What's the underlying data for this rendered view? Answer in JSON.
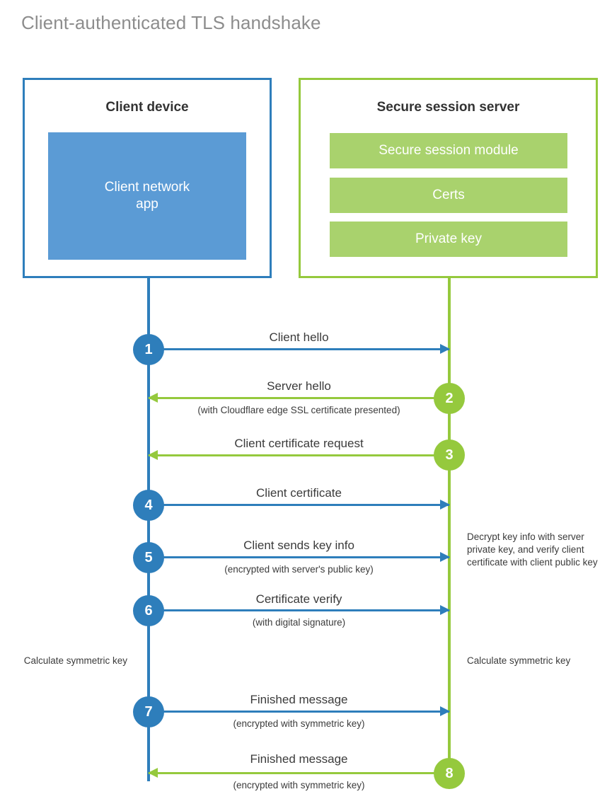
{
  "title": "Client-authenticated TLS handshake",
  "colors": {
    "client_blue": "#2e7ebb",
    "client_app_fill": "#5b9bd5",
    "server_green": "#95c93d",
    "server_bar_fill": "#a9d26d",
    "title_gray": "#8d8d8d",
    "text_dark": "#3b3b3b",
    "background": "#ffffff"
  },
  "client": {
    "title": "Client device",
    "app_label": "Client network app",
    "app_label_line1": "Client network",
    "app_label_line2": "app"
  },
  "server": {
    "title": "Secure session server",
    "components": [
      {
        "label": "Secure session module"
      },
      {
        "label": "Certs"
      },
      {
        "label": "Private key"
      }
    ]
  },
  "steps": [
    {
      "number": "1",
      "label": "Client hello",
      "sub": "",
      "direction": "client-to-server",
      "marker_side": "client",
      "marker_color": "#2e7ebb",
      "arrow_color": "#2e7ebb"
    },
    {
      "number": "2",
      "label": "Server hello",
      "sub": "(with Cloudflare edge SSL certificate presented)",
      "direction": "server-to-client",
      "marker_side": "server",
      "marker_color": "#95c93d",
      "arrow_color": "#95c93d"
    },
    {
      "number": "3",
      "label": "Client certificate request",
      "sub": "",
      "direction": "server-to-client",
      "marker_side": "server",
      "marker_color": "#95c93d",
      "arrow_color": "#95c93d"
    },
    {
      "number": "4",
      "label": "Client certificate",
      "sub": "",
      "direction": "client-to-server",
      "marker_side": "client",
      "marker_color": "#2e7ebb",
      "arrow_color": "#2e7ebb"
    },
    {
      "number": "5",
      "label": "Client sends key info",
      "sub": "(encrypted with server's public key)",
      "direction": "client-to-server",
      "marker_side": "client",
      "marker_color": "#2e7ebb",
      "arrow_color": "#2e7ebb"
    },
    {
      "number": "6",
      "label": "Certificate verify",
      "sub": "(with digital signature)",
      "direction": "client-to-server",
      "marker_side": "client",
      "marker_color": "#2e7ebb",
      "arrow_color": "#2e7ebb"
    },
    {
      "number": "7",
      "label": "Finished message",
      "sub": "(encrypted with symmetric key)",
      "direction": "client-to-server",
      "marker_side": "client",
      "marker_color": "#2e7ebb",
      "arrow_color": "#2e7ebb"
    },
    {
      "number": "8",
      "label": "Finished message",
      "sub": "(encrypted with symmetric key)",
      "direction": "server-to-client",
      "marker_side": "server",
      "marker_color": "#95c93d",
      "arrow_color": "#95c93d"
    }
  ],
  "annotations": {
    "server_decrypt": "Decrypt key info with server private key, and verify client certificate with client public key",
    "client_calculate": "Calculate symmetric key",
    "server_calculate": "Calculate symmetric key"
  }
}
